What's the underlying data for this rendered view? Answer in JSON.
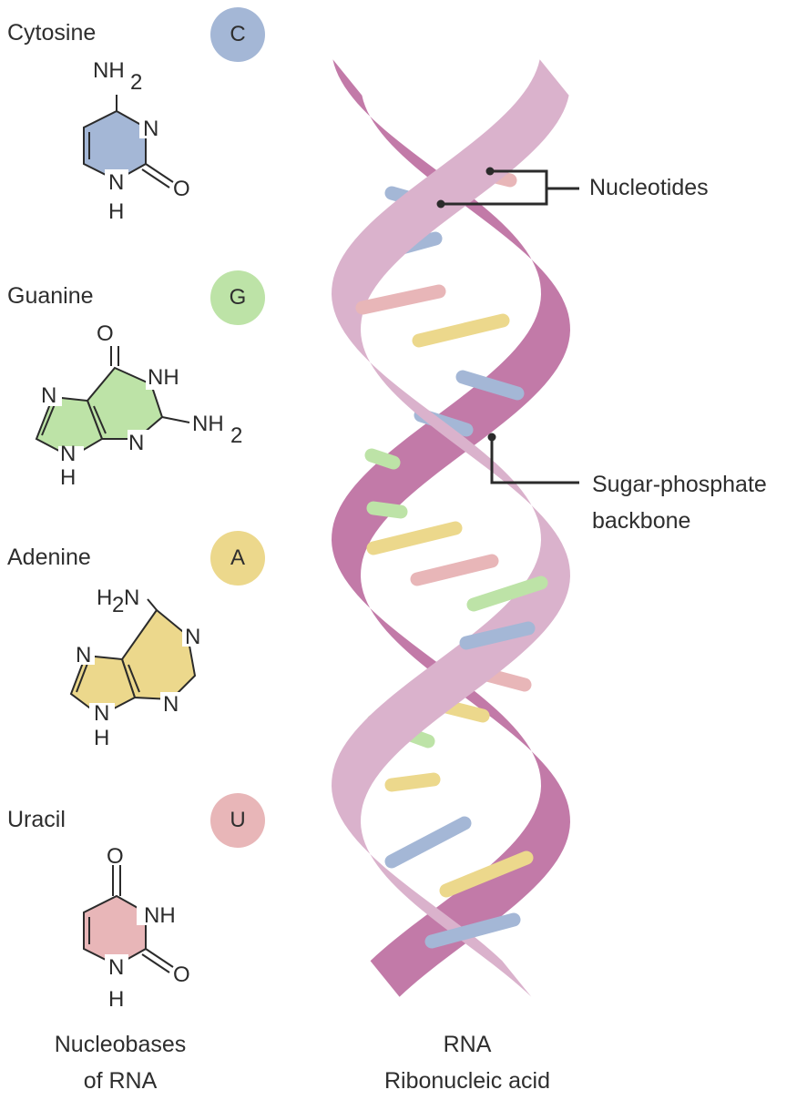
{
  "bases": [
    {
      "name": "Cytosine",
      "letter": "C",
      "color": "#a4b7d6"
    },
    {
      "name": "Guanine",
      "letter": "G",
      "color": "#bde3a7"
    },
    {
      "name": "Adenine",
      "letter": "A",
      "color": "#ecd88c"
    },
    {
      "name": "Uracil",
      "letter": "U",
      "color": "#e8b6b8"
    }
  ],
  "atoms": {
    "cytosine": {
      "top": "NH",
      "top_sub": "2",
      "ring_n": "N",
      "n1": "N",
      "n1_h": "H",
      "o": "O"
    },
    "guanine": {
      "o": "O",
      "nh": "NH",
      "nh2": "NH",
      "nh2_sub": "2",
      "n3": "N",
      "n7": "N",
      "n9": "N",
      "n9_h": "H"
    },
    "adenine": {
      "h2n_h": "H",
      "h2n_sub": "2",
      "h2n_n": "N",
      "n1": "N",
      "n3": "N",
      "n7": "N",
      "n9": "N",
      "n9_h": "H"
    },
    "uracil": {
      "o_top": "O",
      "nh": "NH",
      "n1": "N",
      "n1_h": "H",
      "o": "O"
    }
  },
  "captions": {
    "left_line1": "Nucleobases",
    "left_line2": "of RNA",
    "right_line1": "RNA",
    "right_line2": "Ribonucleic acid"
  },
  "callouts": {
    "nucleotides": "Nucleotides",
    "backbone_line1": "Sugar-phosphate",
    "backbone_line2": "backbone"
  },
  "colors": {
    "backbone_front": "#dab2cc",
    "backbone_back": "#c27aa8",
    "blue": "#a4b7d6",
    "green": "#bde3a7",
    "yellow": "#ecd88c",
    "pink": "#e8b6b8",
    "line": "#2b2b2b"
  }
}
